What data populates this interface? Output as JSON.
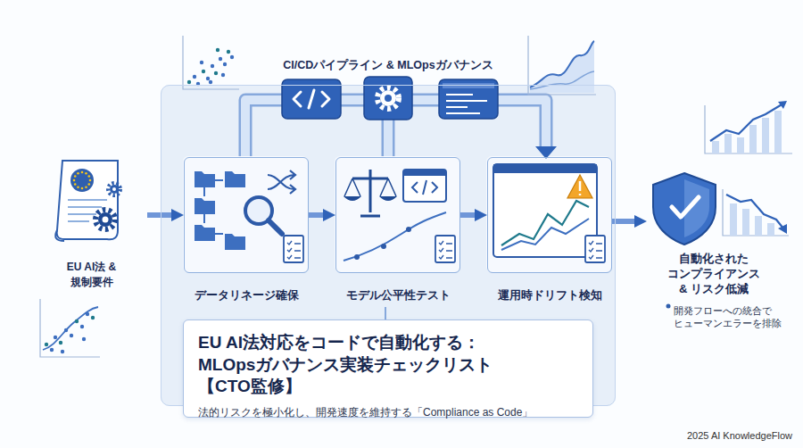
{
  "diagram": {
    "title": "EU AI法対応をコードで自動化する： MLOpsガバナンス実装チェックリスト【CTO監修】",
    "caption": "法的リスクを極小化し、開発速度を維持する「Compliance as Code」",
    "nodes": [
      {
        "text": [
          "EU AI法 & 規制要件"
        ]
      },
      {
        "text": [
          "CI/CDパイプライン & MLOpsガバナンス"
        ]
      },
      {
        "text": [
          "データリネージ確保"
        ],
        "in": 1
      },
      {
        "text": [
          "モデル公平性テスト"
        ],
        "in": 1
      },
      {
        "text": [
          "運用時ドリフト検知"
        ],
        "in": 1
      },
      {
        "text": [
          "自動化された コンプライアンス & リスク低減",
          "開発フローへの統合で ヒューマンエラーを排除"
        ]
      }
    ],
    "edges": [
      {
        "from": 0,
        "to": 2,
        "arrow": "to"
      },
      {
        "from": 2,
        "to": 3,
        "arrow": "to"
      },
      {
        "from": 3,
        "to": 4,
        "arrow": "to"
      },
      {
        "from": 4,
        "to": 5,
        "arrow": "to"
      }
    ],
    "labels": [
      "2025 AI KnowledgeFlow"
    ]
  }
}
